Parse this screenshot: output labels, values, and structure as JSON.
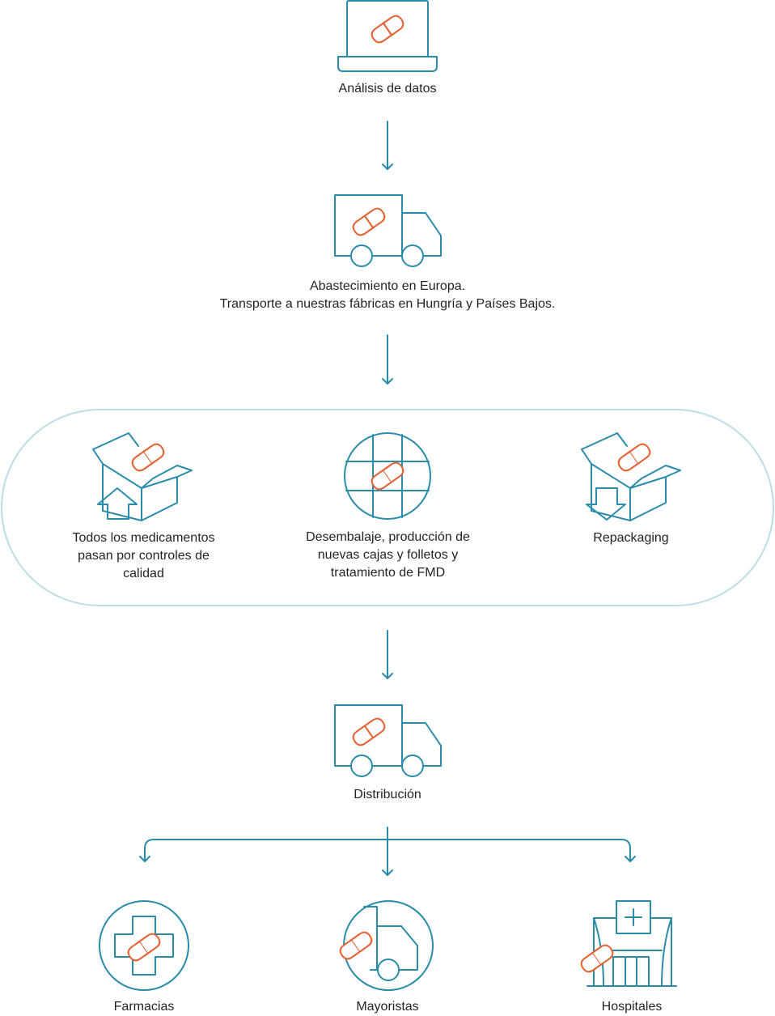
{
  "steps": {
    "data_analysis": "Análisis de datos",
    "sourcing_line1": "Abastecimiento en Europa.",
    "sourcing_line2": "Transporte a nuestras fábricas en Hungría y Países Bajos.",
    "quality_check": "Todos los medicamentos pasan por controles de calidad",
    "unpacking": "Desembalaje, producción de nuevas cajas y folletos y tratamiento de FMD",
    "repackaging": "Repackaging",
    "distribution": "Distribución"
  },
  "destinations": {
    "pharmacies": "Farmacias",
    "wholesalers": "Mayoristas",
    "hospitals": "Hospitales"
  },
  "colors": {
    "line": "#2a8caa",
    "accent": "#e4602f",
    "group_outline": "#bcdce6",
    "text": "#1f2326"
  }
}
